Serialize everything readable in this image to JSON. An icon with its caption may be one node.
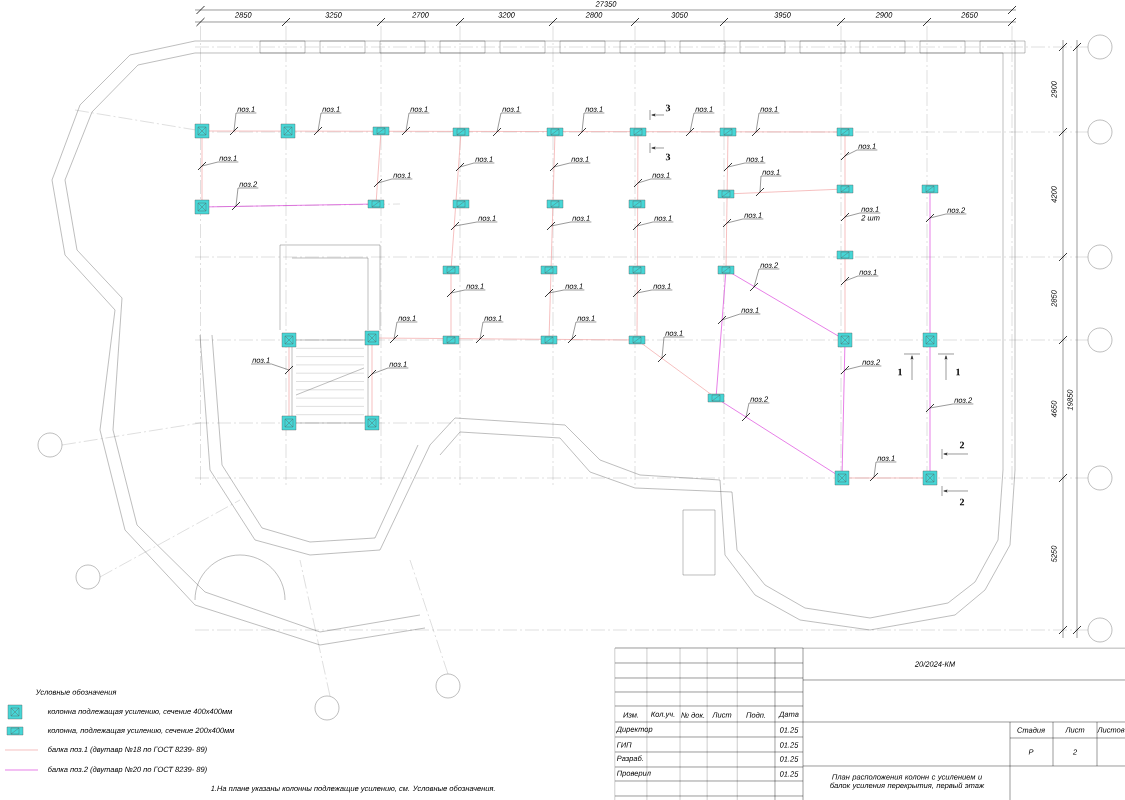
{
  "diagram": {
    "nodes": [
      {
        "text": [
          "поз.1"
        ]
      },
      {
        "text": [
          "поз.1"
        ]
      },
      {
        "text": [
          "поз.1"
        ]
      },
      {
        "text": [
          "поз.1"
        ]
      },
      {
        "text": [
          "поз.1"
        ]
      },
      {
        "text": [
          "поз.1"
        ]
      },
      {
        "text": [
          "поз.1"
        ]
      },
      {
        "text": [
          "поз.1"
        ]
      },
      {
        "text": [
          "поз.1"
        ]
      },
      {
        "text": [
          "поз.1"
        ]
      },
      {
        "text": [
          "поз.1"
        ]
      },
      {
        "text": [
          "поз.1"
        ]
      },
      {
        "text": [
          "поз.1"
        ]
      },
      {
        "text": [
          "поз.1"
        ]
      },
      {
        "text": [
          "поз.1"
        ]
      },
      {
        "text": [
          "поз.2"
        ]
      },
      {
        "text": [
          "поз.2"
        ]
      },
      {
        "text": [
          "поз.1",
          "2 шт"
        ]
      },
      {
        "text": [
          "поз.1"
        ]
      },
      {
        "text": [
          "поз.1"
        ]
      },
      {
        "text": [
          "поз.1"
        ]
      },
      {
        "text": [
          "поз.1"
        ]
      },
      {
        "text": [
          "поз.2"
        ]
      },
      {
        "text": [
          "поз.1"
        ]
      },
      {
        "text": [
          "поз.1"
        ]
      },
      {
        "text": [
          "поз.1"
        ]
      },
      {
        "text": [
          "поз.1"
        ]
      },
      {
        "text": [
          "поз.1"
        ]
      },
      {
        "text": [
          "поз.1"
        ]
      },
      {
        "text": [
          "поз.1"
        ]
      },
      {
        "text": [
          "поз.1"
        ]
      },
      {
        "text": [
          "поз.1"
        ]
      },
      {
        "text": [
          "поз.1"
        ]
      },
      {
        "text": [
          "поз.1"
        ]
      },
      {
        "text": [
          "поз.2"
        ]
      },
      {
        "text": [
          "поз.2"
        ]
      },
      {
        "text": [
          "поз.2"
        ]
      },
      {
        "text": [
          "поз.1"
        ]
      }
    ],
    "edges": [
      {
        "from": 0,
        "to": null,
        "arrow": "none"
      },
      {
        "from": 1,
        "to": null,
        "arrow": "none"
      },
      {
        "from": 2,
        "to": null,
        "arrow": "none"
      },
      {
        "from": 3,
        "to": null,
        "arrow": "none"
      },
      {
        "from": 4,
        "to": null,
        "arrow": "none"
      },
      {
        "from": 5,
        "to": null,
        "arrow": "none"
      },
      {
        "from": 6,
        "to": null,
        "arrow": "none"
      },
      {
        "from": 7,
        "to": null,
        "arrow": "none"
      },
      {
        "from": 8,
        "to": null,
        "arrow": "none"
      },
      {
        "from": 9,
        "to": null,
        "arrow": "none"
      },
      {
        "from": 10,
        "to": null,
        "arrow": "none"
      },
      {
        "from": 11,
        "to": null,
        "arrow": "none"
      },
      {
        "from": 12,
        "to": null,
        "arrow": "none"
      },
      {
        "from": 13,
        "to": null,
        "arrow": "none"
      },
      {
        "from": 14,
        "to": null,
        "arrow": "none"
      },
      {
        "from": 15,
        "to": null,
        "arrow": "none"
      },
      {
        "from": 16,
        "to": null,
        "arrow": "none"
      },
      {
        "from": 17,
        "to": null,
        "arrow": "none"
      },
      {
        "from": 18,
        "to": null,
        "arrow": "none"
      },
      {
        "from": 19,
        "to": null,
        "arrow": "none"
      },
      {
        "from": 20,
        "to": null,
        "arrow": "none"
      },
      {
        "from": 21,
        "to": null,
        "arrow": "none"
      },
      {
        "from": 22,
        "to": null,
        "arrow": "none"
      },
      {
        "from": 23,
        "to": null,
        "arrow": "none"
      },
      {
        "from": 24,
        "to": null,
        "arrow": "none"
      },
      {
        "from": 25,
        "to": null,
        "arrow": "none"
      },
      {
        "from": 26,
        "to": null,
        "arrow": "none"
      },
      {
        "from": 27,
        "to": null,
        "arrow": "none"
      },
      {
        "from": 28,
        "to": null,
        "arrow": "none"
      },
      {
        "from": 29,
        "to": null,
        "arrow": "none"
      },
      {
        "from": 30,
        "to": null,
        "arrow": "none"
      },
      {
        "from": 31,
        "to": null,
        "arrow": "none"
      },
      {
        "from": 32,
        "to": null,
        "arrow": "none"
      },
      {
        "from": 33,
        "to": null,
        "arrow": "none"
      },
      {
        "from": 34,
        "to": null,
        "arrow": "none"
      },
      {
        "from": 35,
        "to": null,
        "arrow": "none"
      },
      {
        "from": 36,
        "to": null,
        "arrow": "none"
      },
      {
        "from": 37,
        "to": null,
        "arrow": "none"
      }
    ],
    "labels": [
      "27350",
      "2850",
      "3250",
      "2700",
      "3200",
      "2800",
      "3050",
      "3950",
      "2900",
      "2650",
      "3",
      "3",
      "2900",
      "4200",
      "2850",
      "19850",
      "4650",
      "5250",
      "1",
      "1",
      "2",
      "2",
      "20/2024-КМ",
      "Условные обозначения",
      "Изм.",
      "Кол.уч.",
      "№ док.",
      "Лист",
      "Подп.",
      "Дата",
      "Директор",
      "01.25",
      "ГИП",
      "01.25",
      "Разраб.",
      "01.25",
      "Стадия",
      "Лист",
      "Листов",
      "Р",
      "2",
      "Проверил",
      "01.25",
      "План расположения колонн с усилением и балок усиления перекрытия, первый этаж",
      "1.На плане указаны колонны подлежащие усилению, см. Условные обозначения."
    ],
    "legend": [
      {
        "text": "колонна подлежащая усилению, сечение 400х400мм"
      },
      {
        "text": "колонна, подлежащая усилению, сечение 200х400мм"
      },
      {
        "text": "балка поз.1 (двутавр №18 по ГОСТ 8239- 89)"
      },
      {
        "text": "балка поз.2 (двутавр №20 по ГОСТ 8239- 89)"
      }
    ]
  }
}
